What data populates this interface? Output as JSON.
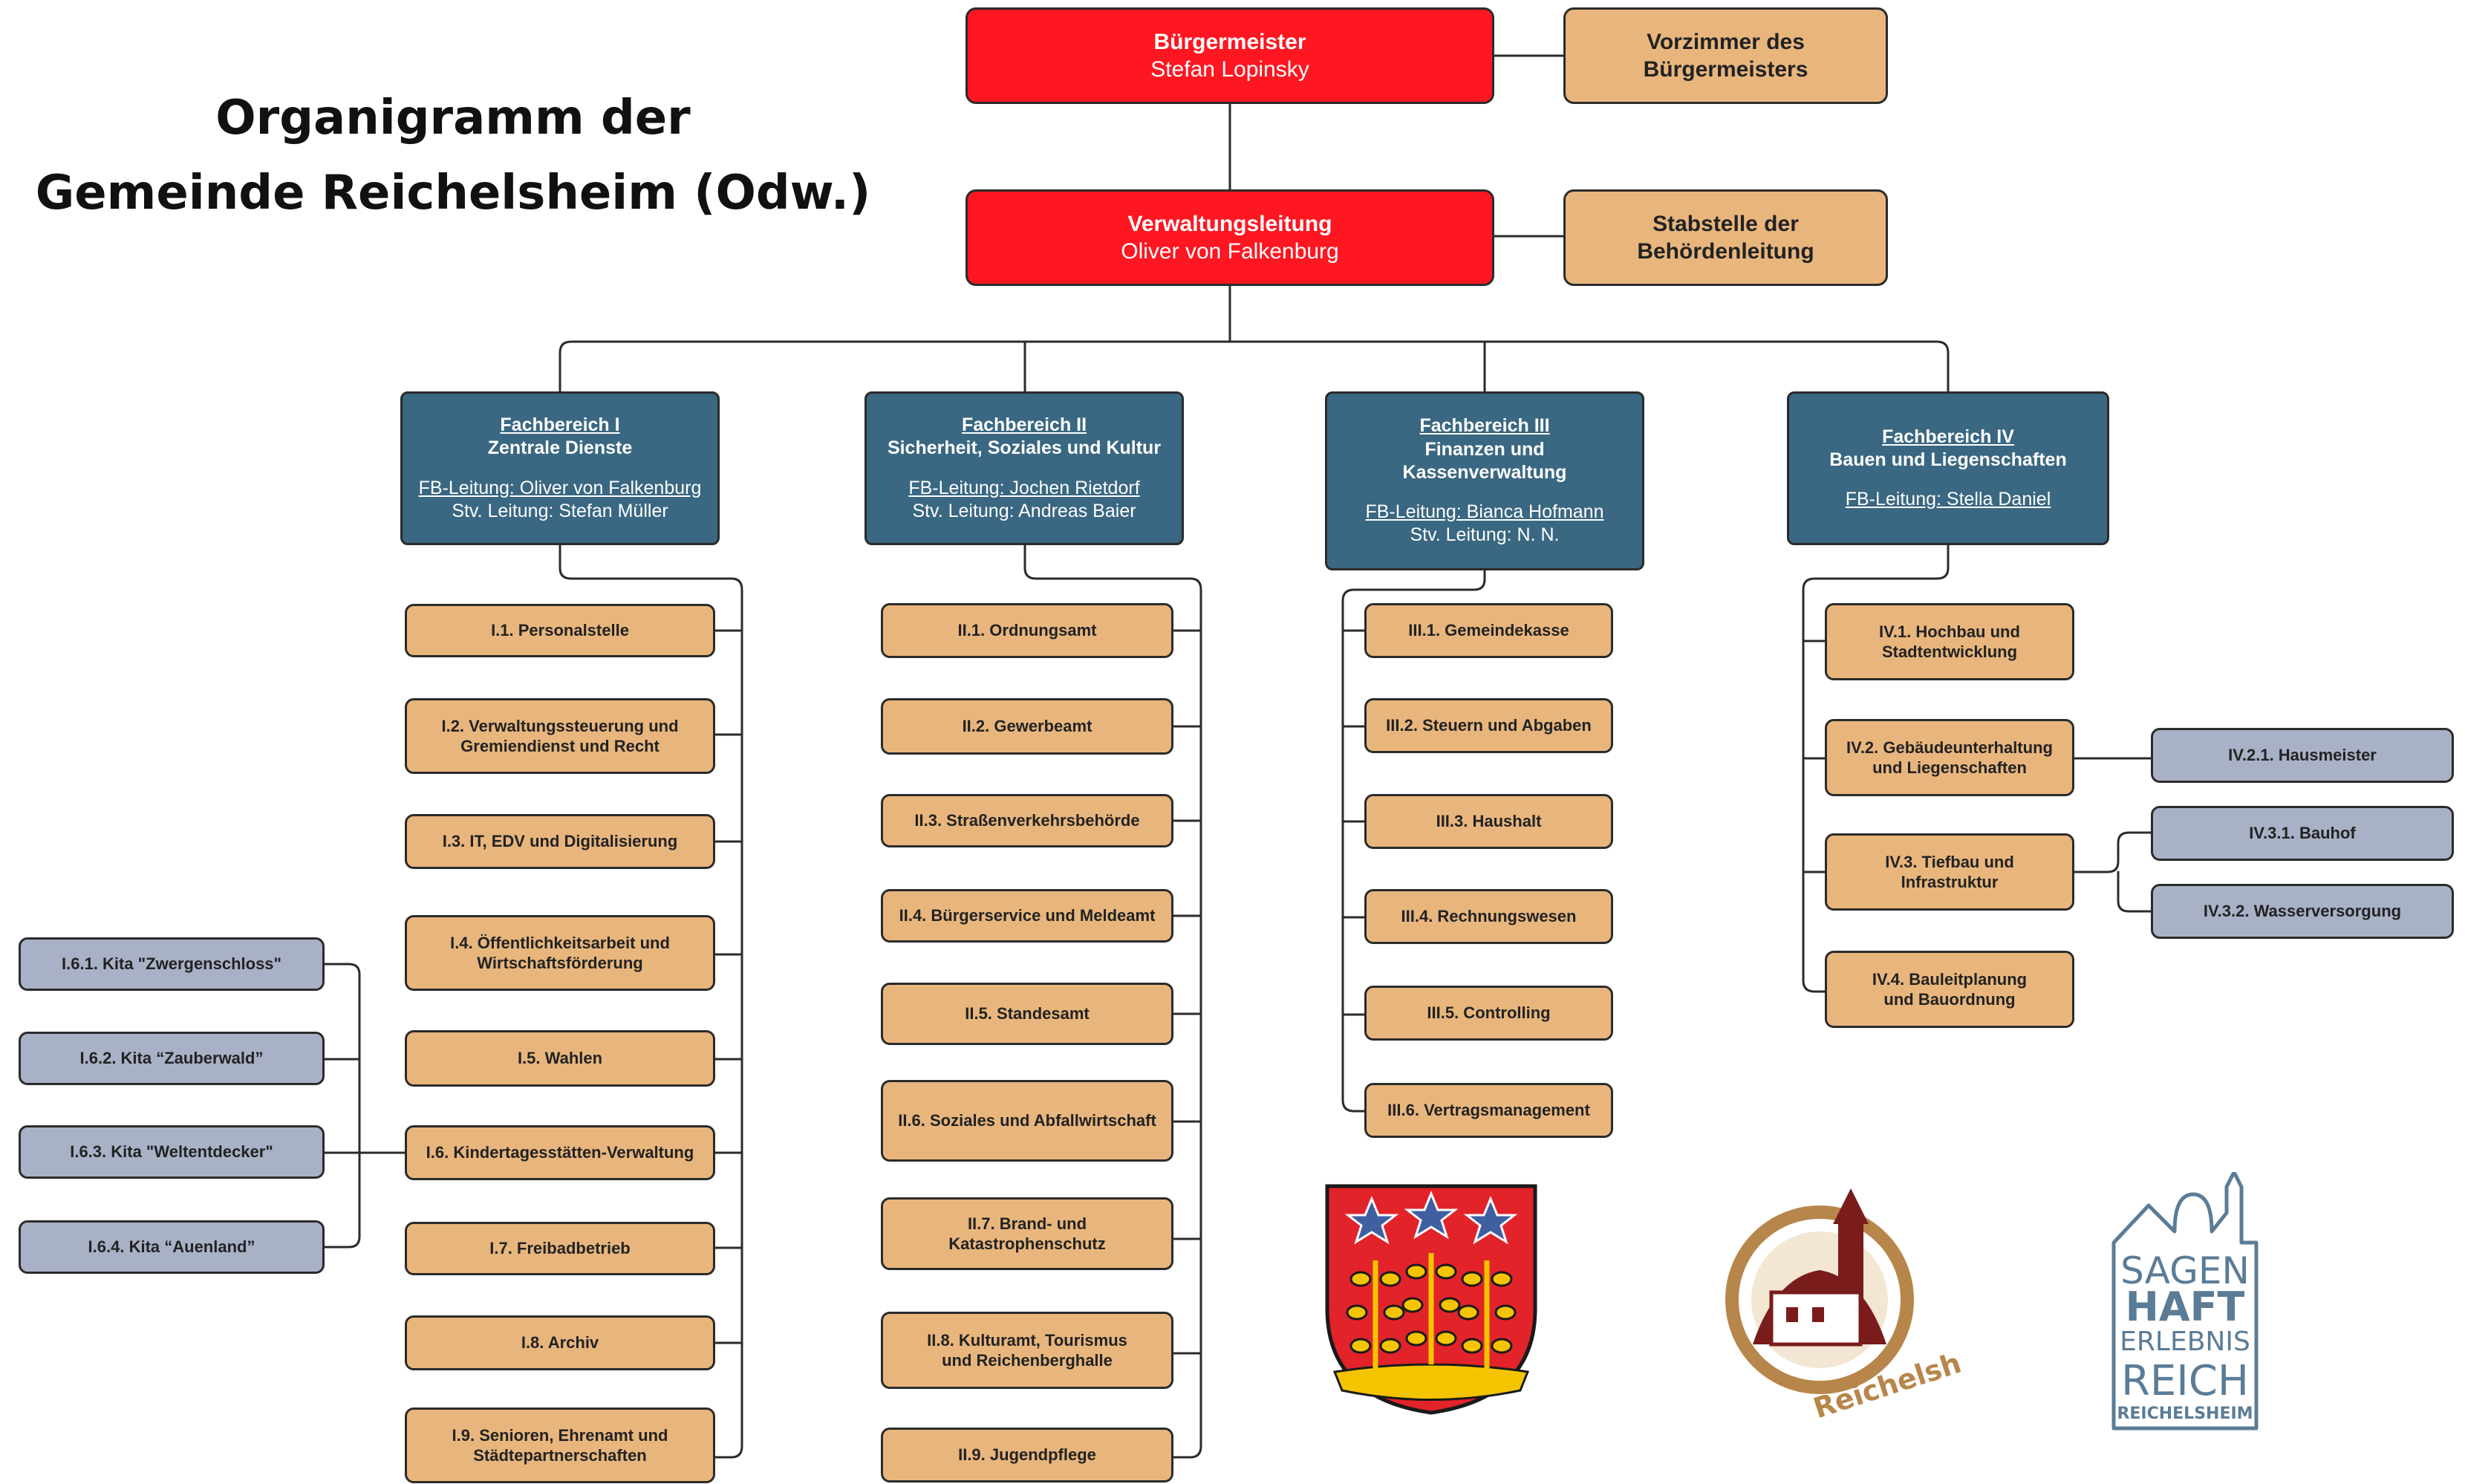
{
  "title": {
    "line1": "Organigramm der",
    "line2": "Gemeinde Reichelsheim (Odw.)"
  },
  "top": {
    "mayor": {
      "role": "Bürgermeister",
      "name": "Stefan Lopinsky"
    },
    "mayor_office": {
      "line1": "Vorzimmer des",
      "line2": "Bürgermeisters"
    },
    "admin": {
      "role": "Verwaltungsleitung",
      "name": "Oliver von Falkenburg"
    },
    "staff": {
      "line1": "Stabstelle der",
      "line2": "Behördenleitung"
    }
  },
  "fb1": {
    "head": {
      "title": "Fachbereich I",
      "name1": "Zentrale Dienste",
      "lead": "FB-Leitung: Oliver von Falkenburg",
      "deputy": "Stv. Leitung: Stefan Müller"
    },
    "units": [
      {
        "l1": "I.1. Personalstelle",
        "l2": ""
      },
      {
        "l1": "I.2. Verwaltungssteuerung und",
        "l2": "Gremiendienst und Recht"
      },
      {
        "l1": "I.3. IT, EDV und Digitalisierung",
        "l2": ""
      },
      {
        "l1": "I.4. Öffentlichkeitsarbeit und",
        "l2": "Wirtschaftsförderung"
      },
      {
        "l1": "I.5. Wahlen",
        "l2": ""
      },
      {
        "l1": "I.6. Kindertagesstätten-Verwaltung",
        "l2": ""
      },
      {
        "l1": "I.7. Freibadbetrieb",
        "l2": ""
      },
      {
        "l1": "I.8. Archiv",
        "l2": ""
      },
      {
        "l1": "I.9. Senioren, Ehrenamt und",
        "l2": "Städtepartnerschaften"
      }
    ],
    "kitas": [
      "I.6.1. Kita \"Zwergenschloss\"",
      "I.6.2. Kita “Zauberwald”",
      "I.6.3. Kita \"Weltentdecker\"",
      "I.6.4. Kita “Auenland”"
    ]
  },
  "fb2": {
    "head": {
      "title": "Fachbereich II",
      "name1": "Sicherheit, Soziales und Kultur",
      "lead": "FB-Leitung: Jochen Rietdorf",
      "deputy": "Stv. Leitung: Andreas Baier"
    },
    "units": [
      {
        "l1": "II.1. Ordnungsamt",
        "l2": ""
      },
      {
        "l1": "II.2. Gewerbeamt",
        "l2": ""
      },
      {
        "l1": "II.3. Straßenverkehrsbehörde",
        "l2": ""
      },
      {
        "l1": "II.4. Bürgerservice und Meldeamt",
        "l2": ""
      },
      {
        "l1": "II.5. Standesamt",
        "l2": ""
      },
      {
        "l1": "II.6. Soziales und Abfallwirtschaft",
        "l2": ""
      },
      {
        "l1": "II.7. Brand- und",
        "l2": "Katastrophenschutz"
      },
      {
        "l1": "II.8. Kulturamt, Tourismus",
        "l2": "und Reichenberghalle"
      },
      {
        "l1": "II.9. Jugendpflege",
        "l2": ""
      }
    ]
  },
  "fb3": {
    "head": {
      "title": "Fachbereich III",
      "name1": "Finanzen und",
      "name2": "Kassenverwaltung",
      "lead": "FB-Leitung: Bianca Hofmann",
      "deputy": "Stv. Leitung: N. N."
    },
    "units": [
      {
        "l1": "III.1. Gemeindekasse",
        "l2": ""
      },
      {
        "l1": "III.2. Steuern und Abgaben",
        "l2": ""
      },
      {
        "l1": "III.3. Haushalt",
        "l2": ""
      },
      {
        "l1": "III.4. Rechnungswesen",
        "l2": ""
      },
      {
        "l1": "III.5. Controlling",
        "l2": ""
      },
      {
        "l1": "III.6. Vertragsmanagement",
        "l2": ""
      }
    ]
  },
  "fb4": {
    "head": {
      "title": "Fachbereich IV",
      "name1": "Bauen und Liegenschaften",
      "lead": "FB-Leitung: Stella Daniel"
    },
    "units": [
      {
        "l1": "IV.1. Hochbau und",
        "l2": "Stadtentwicklung"
      },
      {
        "l1": "IV.2. Gebäudeunterhaltung",
        "l2": "und Liegenschaften"
      },
      {
        "l1": "IV.3. Tiefbau und",
        "l2": "Infrastruktur"
      },
      {
        "l1": "IV.4. Bauleitplanung",
        "l2": "und Bauordnung"
      }
    ],
    "sub": [
      "IV.2.1. Hausmeister",
      "IV.3.1. Bauhof",
      "IV.3.2. Wasserversorgung"
    ]
  },
  "logos": {
    "coat": {
      "icon": "coat-of-arms-icon",
      "red": "#e2232a",
      "gold": "#f5c400",
      "blue": "#3f5fa0"
    },
    "reichelsheim": {
      "icon": "church-logo-icon",
      "text": "Reichelsheim"
    },
    "sagenhaft": {
      "icon": "sagenhaft-logo-icon",
      "w1": "SAGEN",
      "w2": "HAFT",
      "w3": "ERLEBNIS",
      "w4": "REICH",
      "w5": "REICHELSHEIM"
    }
  },
  "colors": {
    "leadership": "#fe1621",
    "staff_unit": "#e8b67d",
    "department": "#3a6781",
    "subunit": "#a9b1c7"
  }
}
